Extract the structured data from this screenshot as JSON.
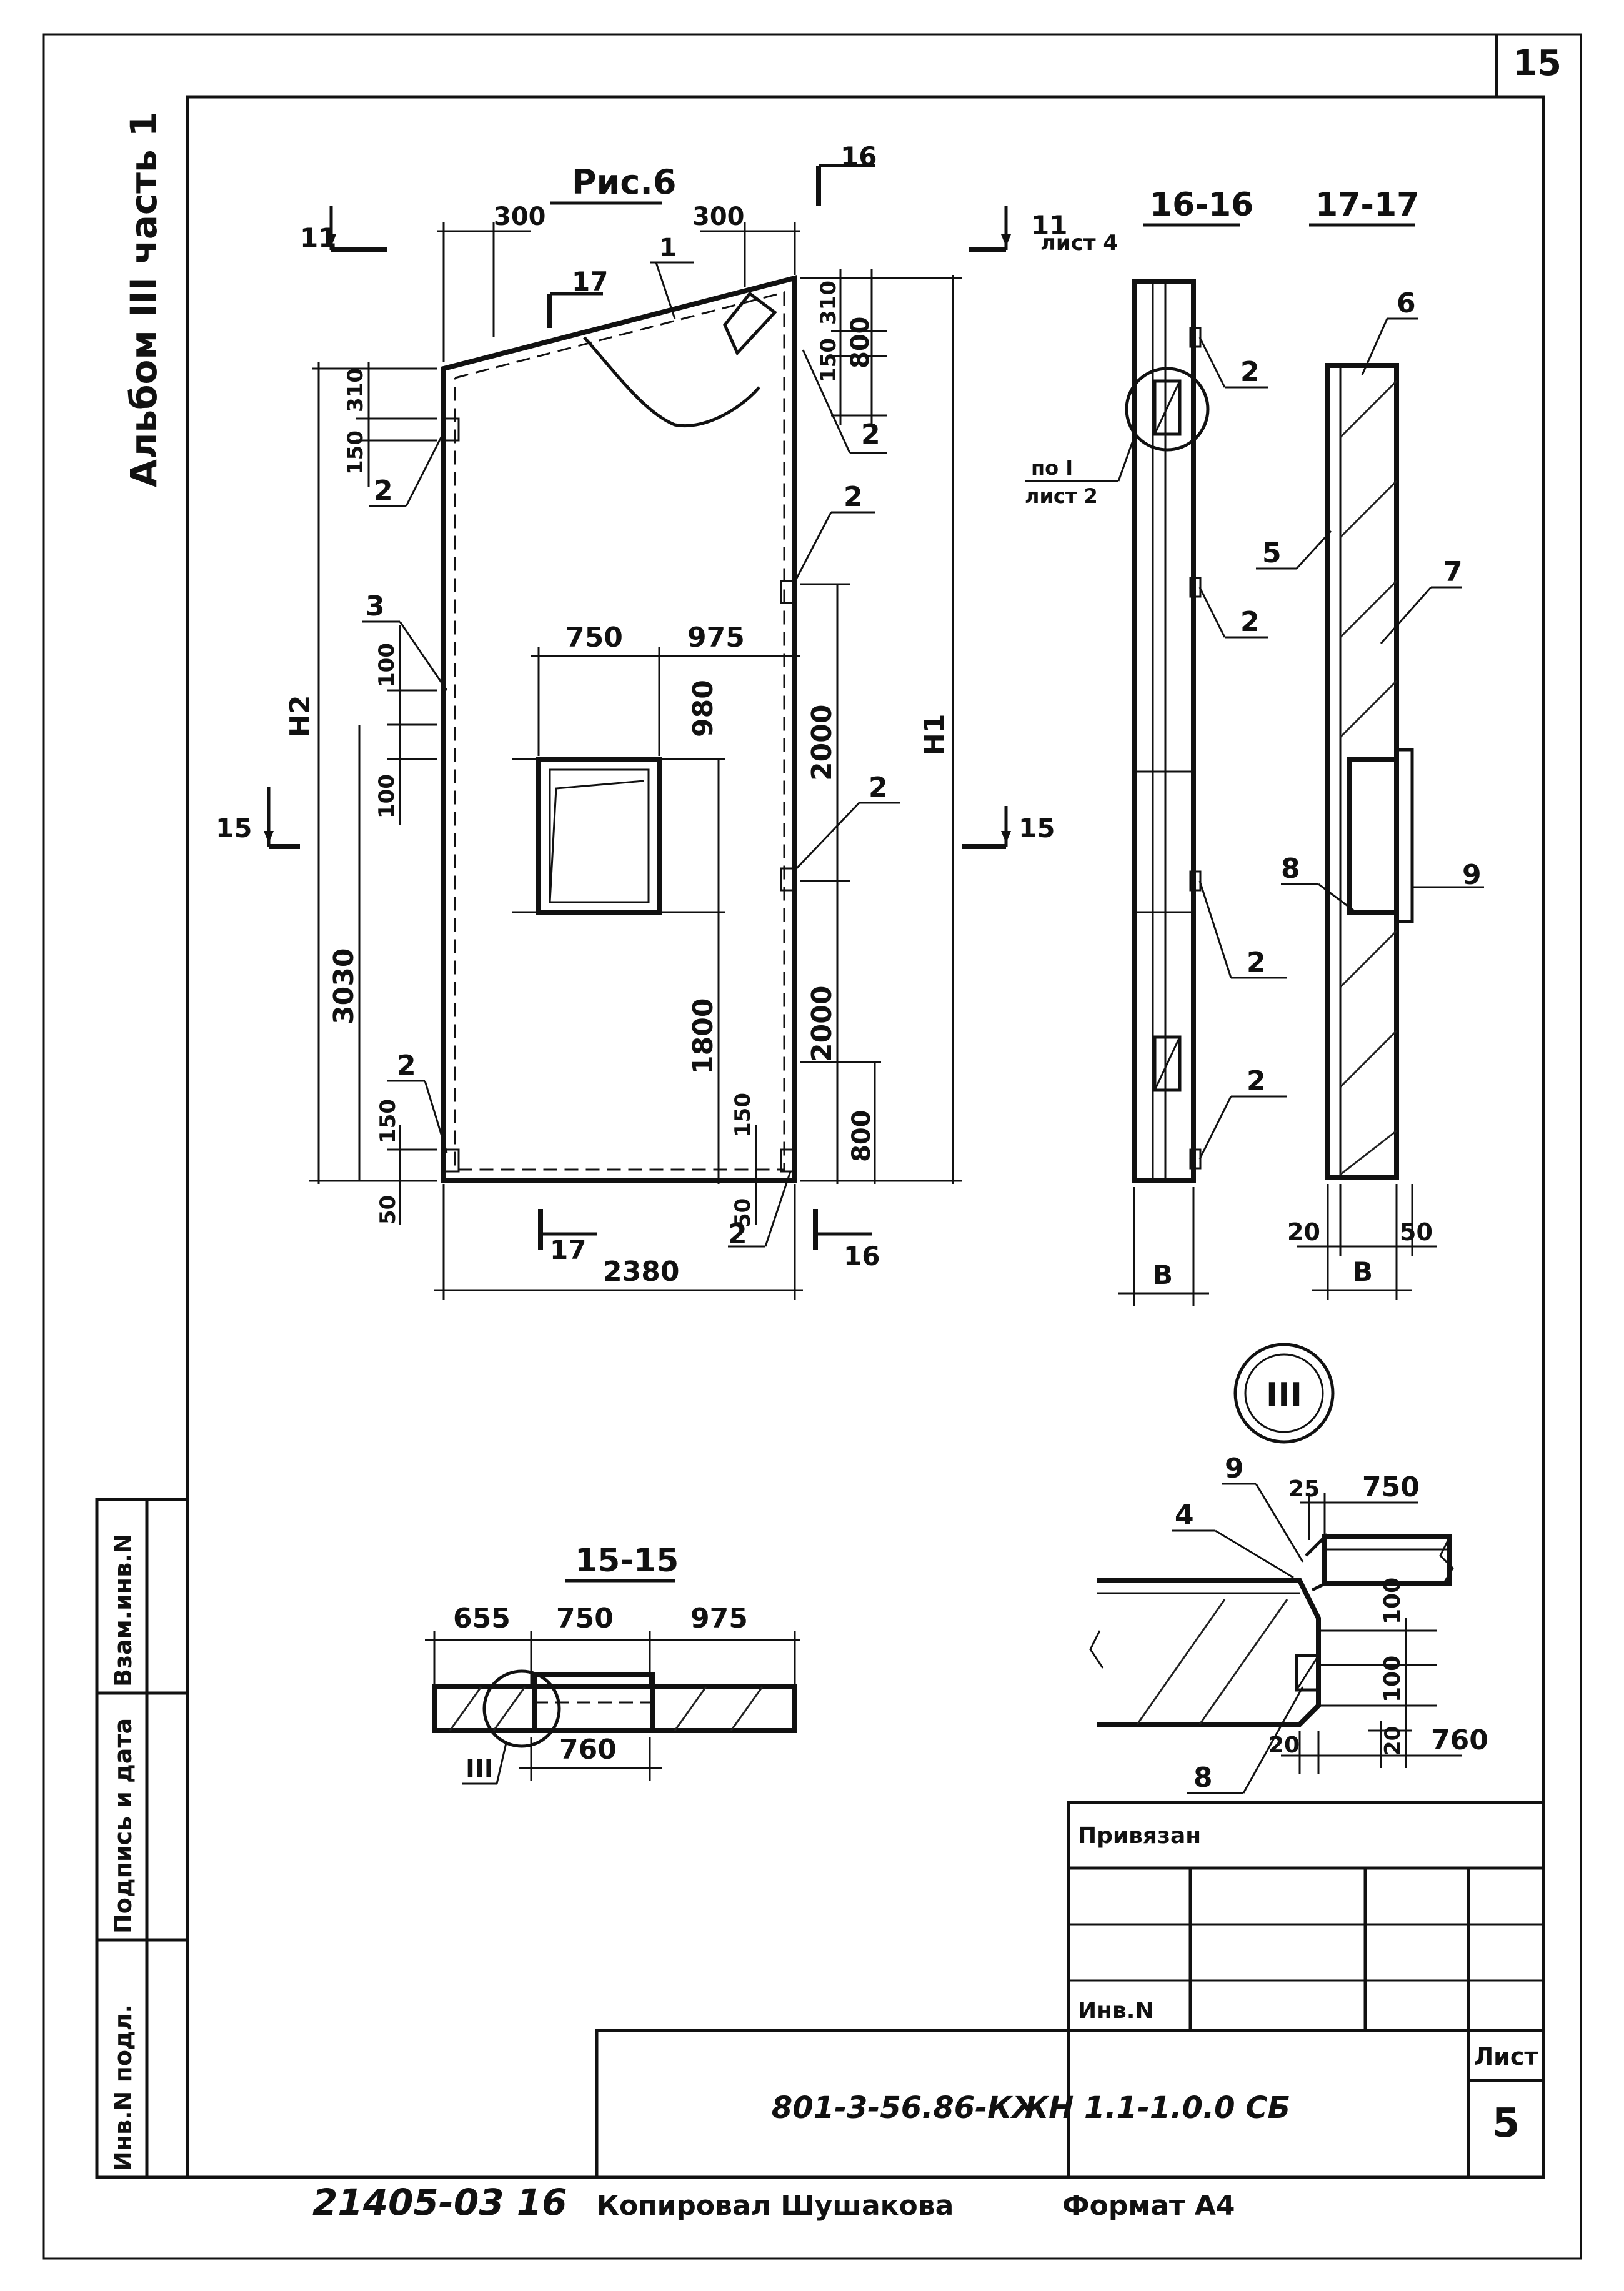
{
  "sheet": {
    "corner_number": "15",
    "album": "Альбом III часть 1"
  },
  "figure": {
    "title": "Рис.6",
    "sections": {
      "s11": "11",
      "s11_ref": "лист 4",
      "s15": "15",
      "s16": "16",
      "s17": "17",
      "s16_16": "16-16",
      "s17_17": "17-17",
      "s15_15": "15-15"
    },
    "dims": {
      "d300a": "300",
      "d300b": "300",
      "d310a": "310",
      "d800a": "800",
      "d150a": "150",
      "d310b": "310",
      "d150b": "150",
      "d100a": "100",
      "d100b": "100",
      "d3030": "3030",
      "d150c": "150",
      "d50a": "50",
      "d750": "750",
      "d975": "975",
      "d980": "980",
      "d1800": "1800",
      "d150d": "150",
      "d2000a": "2000",
      "d2000b": "2000",
      "d800b": "800",
      "d50b": "50",
      "d2380": "2380",
      "h1": "H1",
      "h2": "H2",
      "b1": "B",
      "b2": "B",
      "d20": "20",
      "d50c": "50"
    },
    "callouts": {
      "c1": "1",
      "c2a": "2",
      "c2b": "2",
      "c2c": "2",
      "c2d": "2",
      "c2e": "2",
      "c2f": "2",
      "c2g": "2",
      "c2h": "2",
      "c2i": "2",
      "c3": "3",
      "c5": "5",
      "c6": "6",
      "c7": "7",
      "c8": "8",
      "c9": "9",
      "ref_top": "по I",
      "ref_bottom": "лист 2"
    },
    "plan": {
      "d655": "655",
      "d750": "750",
      "d975": "975",
      "d760": "760",
      "node": "III"
    },
    "node_detail": {
      "label": "III",
      "c9": "9",
      "c4": "4",
      "c8": "8",
      "d25": "25",
      "d750": "750",
      "d100a": "100",
      "d100b": "100",
      "d20a": "20",
      "d20b": "20",
      "d760": "760"
    }
  },
  "stamp": {
    "tied_label": "Привязан",
    "inv_label": "Инв.N",
    "code": "801-3-56.86-КЖН 1.1-1.0.0 СБ",
    "sheet_label": "Лист",
    "sheet_number": "5"
  },
  "left_strip": {
    "inv_orig": "Инв.N подл.",
    "sign_date": "Подпись и дата",
    "replace_inv": "Взам.инв.N"
  },
  "footer": {
    "number": "21405-03 16",
    "copied": "Копировал Шушакова",
    "format": "Формат А4"
  }
}
